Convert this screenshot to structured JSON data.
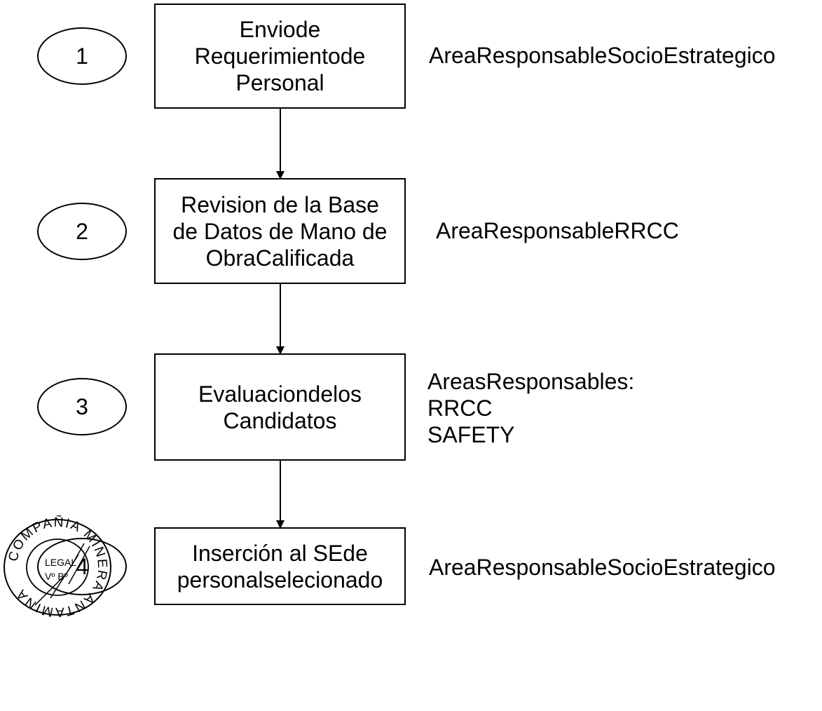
{
  "steps": [
    {
      "number": "1",
      "box_text": "Enviode\nRequerimientode\nPersonal",
      "responsible": "AreaResponsableSocioEstrategico"
    },
    {
      "number": "2",
      "box_text": "Revision de la Base\nde Datos de Mano de\nObraCalificada",
      "responsible": "AreaResponsableRRCC"
    },
    {
      "number": "3",
      "box_text": "Evaluaciondelos\nCandidatos",
      "responsible": "AreasResponsables:\n RRCC\nSAFETY"
    },
    {
      "number": "4",
      "box_text": "Inserción al SEde\npersonalselecionado",
      "responsible": "AreaResponsableSocioEstrategico"
    }
  ],
  "seal": {
    "outer_text": "COMPAÑIA MINERA ANTAMINA",
    "inner_line1": "LEGAL",
    "inner_line2": "Vº Bº"
  },
  "colors": {
    "line": "#000000",
    "background": "#ffffff"
  }
}
